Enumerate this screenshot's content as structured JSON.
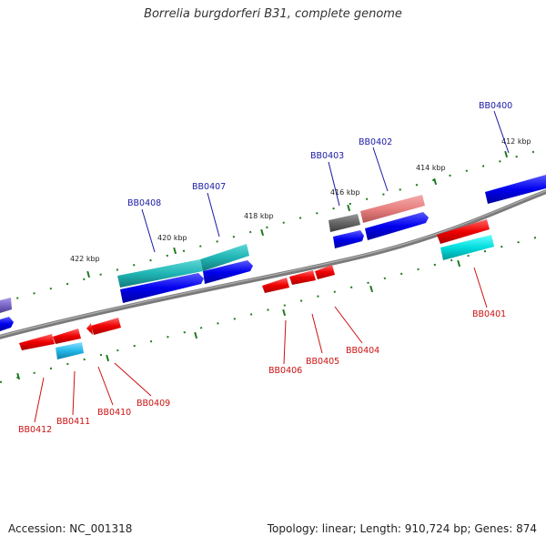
{
  "title": "Borrelia burgdorferi B31, complete genome",
  "footer": {
    "accession": "Accession: NC_001318",
    "summary": "Topology: linear; Length: 910,724 bp; Genes: 874"
  },
  "kbp_labels": [
    "412 kbp",
    "414 kbp",
    "416 kbp",
    "418 kbp",
    "420 kbp",
    "422 kbp"
  ],
  "gene_labels": {
    "BB0400": "BB0400",
    "BB0401": "BB0401",
    "BB0402": "BB0402",
    "BB0403": "BB0403",
    "BB0404": "BB0404",
    "BB0405": "BB0405",
    "BB0406": "BB0406",
    "BB0407": "BB0407",
    "BB0408": "BB0408",
    "BB0409": "BB0409",
    "BB0410": "BB0410",
    "BB0411": "BB0411",
    "BB0412": "BB0412"
  },
  "colors": {
    "backbone": "#808080",
    "forward_label": "#1a1aa6",
    "reverse_label": "#cc1111",
    "tick": "#1f7a1f",
    "blue": "#0000ee",
    "cyan": "#00cccc",
    "teal": "#20b5b5",
    "red": "#ee0000",
    "salmon": "#e88080",
    "gray": "#666666",
    "purple": "#7b68c8",
    "skyblue": "#22b8e8"
  }
}
